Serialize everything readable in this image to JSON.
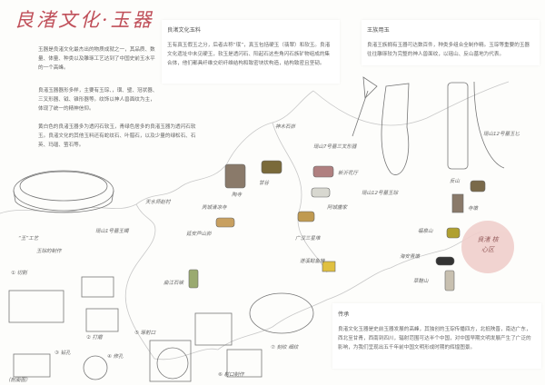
{
  "title": "良渚文化·玉器",
  "intro": {
    "p1": "玉器是良渚文化最杰出的物质成就之一，其品质、数量、体量、种类以及雕琢工艺达到了中国史前玉水平的一个高峰。",
    "p2": "良渚玉器器形多样，主要有玉琮、，璜、璧、冠状器、三叉形器、钺、锥形器等。纹饰以神人兽面纹为主，体现了统一的精神信仰。",
    "p3": "黄白色的良渚玉器多为透闪石软玉，青绿色居多的良渚玉器为透闪石软玉。良渚文化的其他玉料还有蛇纹石、叶腊石，以及少量的绿松石、石英、玛瑙、萤石等。"
  },
  "material": {
    "heading": "良渚文化玉料",
    "text": "玉有真玉假玉之分，后者古称“珉”，真玉包括硬玉（翡翠）和软玉。良渚文化遗址中未见硬玉，软玉是透闪石、阳起石这些角闪石族矿物组成的集合体，他们都具纤维交织纤维结构和致密块状构造，结构致密且坚韧。"
  },
  "royal": {
    "heading": "王族用玉",
    "text": "良渚王族拥有玉器可达数百件，种类多组合全制作精。玉琮等重要的玉器往往雕琢较为完整的神人兽面纹，以瑶山、反山墓地为代表。"
  },
  "legacy": {
    "heading": "传承",
    "text": "良渚文化玉器是史前玉器发展的高峰，其独创的玉琮传播四方，北抵陕晋，南达广东，西北至甘青，西南到四川，辐射范围可达半个中国，对中国早期文明发展产生了广泛的影响，为我们呈现出五千年前中国文明形成时期的辉煌图景。"
  },
  "stamp": "良渚 核心区",
  "craft": {
    "title1": "“玉”工艺",
    "title2": "玉琮的制作",
    "steps": [
      "① 切割",
      "② 打磨",
      "③ 钻孔",
      "④ 修孔",
      "⑤ 琢射口",
      "⑥ 射口制作",
      "⑦ 刻纹 细纹",
      "（剖面图）"
    ]
  },
  "labels": {
    "ring": "瑶山1号墓玉镯",
    "trident": "瑶山7号墓三叉形器",
    "awl": "瑶山12号墓玉匕",
    "cong1": "瑶山12号墓玉琮",
    "map": [
      "神木石峁",
      "陶寺",
      "芮城清凉寺",
      "天水师赵村",
      "延安芦山峁",
      "甘谷",
      "阿城唐家",
      "广汉三星堆",
      "遂溪鲶鱼转",
      "曲江石峡",
      "新沂花厅",
      "海安青墩",
      "福泉山",
      "寺墩",
      "草鞋山",
      "反山"
    ]
  }
}
